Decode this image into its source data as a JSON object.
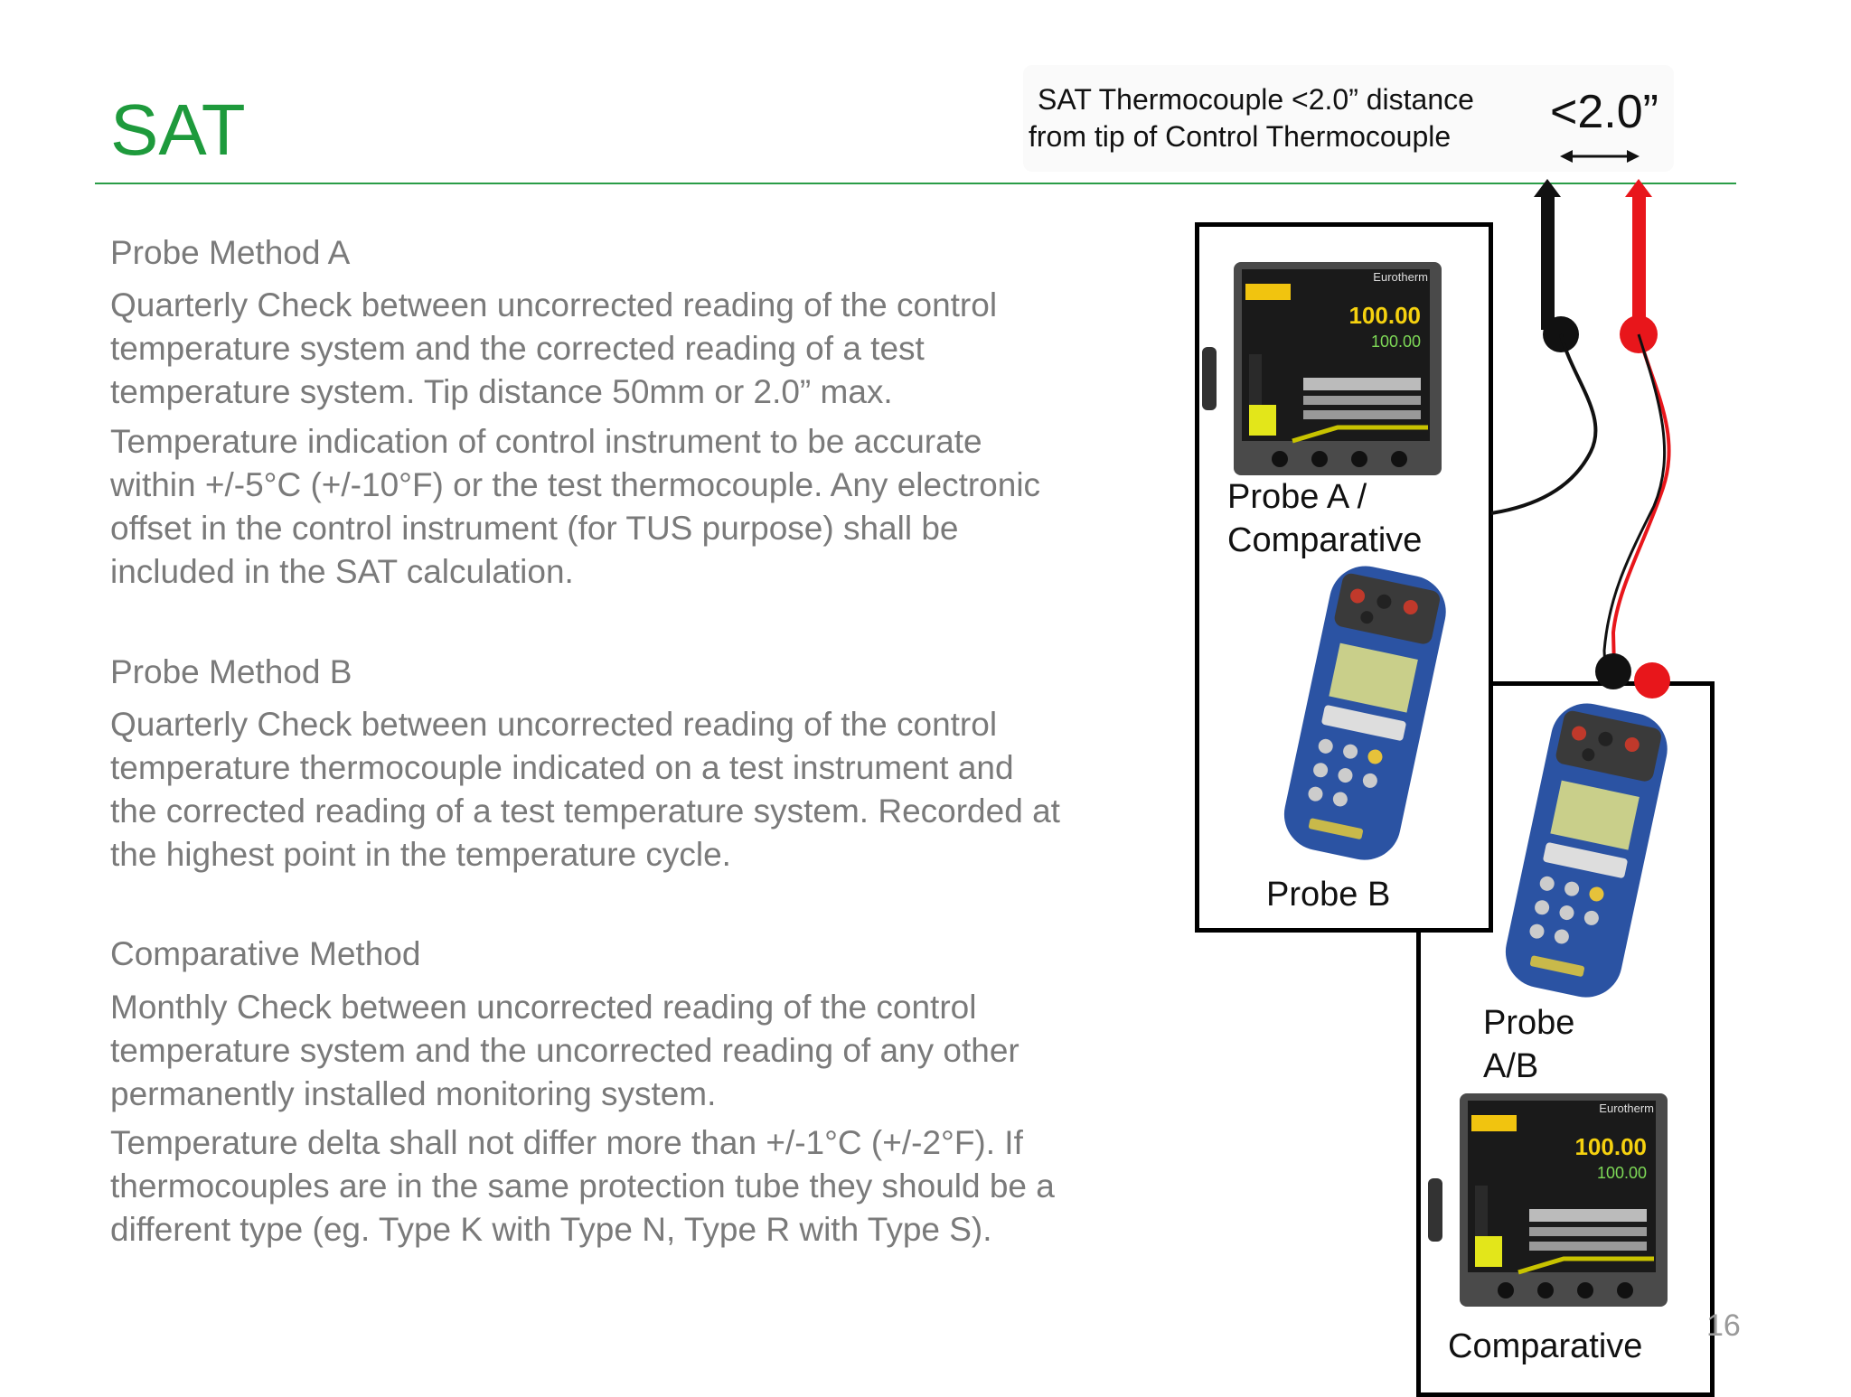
{
  "slide": {
    "title": "SAT",
    "page_number": "16"
  },
  "note": {
    "line1": "SAT Thermocouple <2.0” distance",
    "line2": "from tip of Control Thermocouple",
    "distance_label": "<2.0”"
  },
  "sections": {
    "probe_a": {
      "heading": "Probe Method A",
      "para1": [
        "Quarterly Check between uncorrected reading of the control",
        "temperature system and the corrected reading of a test",
        "temperature system. Tip distance 50mm or 2.0” max."
      ],
      "para2": [
        "Temperature indication of control instrument to be accurate",
        "within +/-5°C (+/-10°F) or the test thermocouple. Any electronic",
        "offset in the control instrument (for TUS purpose) shall be",
        "included in the SAT calculation."
      ]
    },
    "probe_b": {
      "heading": "Probe Method B",
      "para1": [
        "Quarterly Check between uncorrected reading of the control",
        "temperature thermocouple indicated on a test instrument and",
        "the corrected reading of a test temperature system. Recorded at",
        "the highest point in the temperature cycle."
      ]
    },
    "comparative": {
      "heading": "Comparative Method",
      "para1": [
        "Monthly Check between uncorrected reading of the control",
        "temperature system and the uncorrected reading of any other",
        "permanently installed monitoring system."
      ],
      "para2": [
        "Temperature delta  shall not differ more than +/-1°C (+/-2°F). If",
        "thermocouples are in the same protection tube they should be a",
        "different type (eg. Type K with Type N, Type R with Type S)."
      ]
    }
  },
  "diagram": {
    "left_box": {
      "controller_brand": "Eurotherm",
      "controller_value_main": "100.00",
      "controller_value_sub": "100.00",
      "caption_a": [
        "Probe A /",
        "Comparative"
      ],
      "caption_b": "Probe B"
    },
    "right_box": {
      "caption_ab": [
        "Probe",
        "A/B"
      ],
      "controller_brand": "Eurotherm",
      "controller_value_main": "100.00",
      "controller_value_sub": "100.00",
      "caption_comp": "Comparative"
    },
    "colors": {
      "black_lead": "#111111",
      "red_lead": "#e8161b",
      "device_blue": "#2b53a3"
    }
  }
}
